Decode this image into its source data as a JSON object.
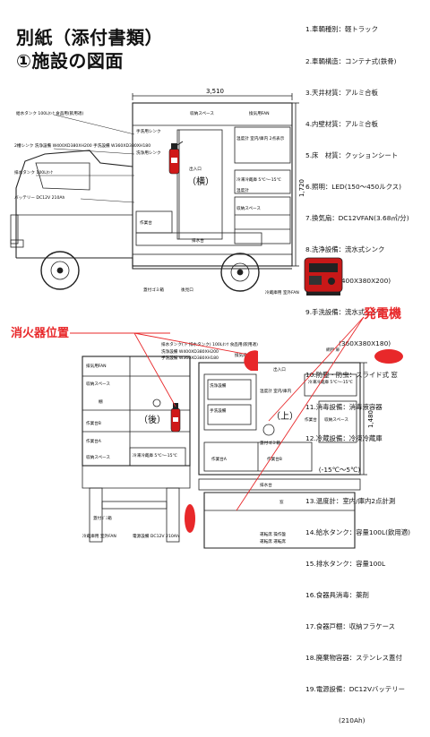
{
  "title": {
    "line1": "別紙（添付書類）",
    "line2": "①施設の図面"
  },
  "specs": [
    "1.車輌種別：軽トラック",
    "2.車輌構造：コンテナ式(鉄骨)",
    "3.天井材質：アルミ合板",
    "4.内壁材質：アルミ合板",
    "5.床　材質：クッションシート",
    "6.照明：LED(150～450ルクス)",
    "7.換気扇：DC12VFAN(3.68㎥/分)",
    "8.洗浄設備：流水式シンク",
    "　　　　　(400X380X200)",
    "9.手洗設備：流水式シンク",
    "　　　　　(360X380X180)",
    "10.防塵・防虫：スライド式 窓",
    "11.消毒設備：消毒液容器",
    "12.冷蔵設備：冷凍冷蔵庫",
    "　　(-15℃～5℃)",
    "13.温度計：室内/庫内2点計測",
    "14.給水タンク：容量100L(飲用適)",
    "15.排水タンク：容量100L",
    "16.食器具消毒：薬剤",
    "17.食器戸棚：収納フラケース",
    "18.廃棄物容器：ステンレス蓋付",
    "19.電源設備：DC12Vバッテリー",
    "　　　　　(210Ah)"
  ],
  "callouts": {
    "extinguisher": "消火器位置",
    "generator": "発電機"
  },
  "side_view": {
    "dimension_width": "3,510",
    "dimension_height": "1,720",
    "center_label": "出入口",
    "zone_label": "（横）",
    "notes": [
      "給水タンク 100Lﾀﾝｸ 食品用(飲用適)",
      "2槽シンク 洗浄設備 W400XD380XH200 手洗設備 W360XD380XH180",
      "排水タンク 100Lﾀﾝｸ",
      "バッテリー DC12V 210Ah",
      "手洗用シンク",
      "洗浄用シンク",
      "収納スペース",
      "換気用FAN",
      "温度計 室内/庫内 2点表示",
      "冷凍冷蔵庫 5℃～-15℃",
      "収納スペース",
      "排水台",
      "作業台",
      "温度計",
      "蓋付ゴミ箱",
      "後見口",
      "冷蔵庫用 室外FAN"
    ]
  },
  "rear_view": {
    "zone_label": "（後）",
    "labels": [
      "排気用FAN",
      "収納スペース",
      "棚",
      "作業台B",
      "作業台A",
      "冷凍冷蔵庫 5℃～-15℃",
      "収納スペース",
      "蓋付ｺﾞﾐ箱",
      "冷蔵庫用 室外FAN",
      "電源設備 DC12V 210Ah"
    ]
  },
  "top_view": {
    "zone_label": "（上）",
    "center_label": "出入口",
    "dimension": "1,480",
    "top_notes": [
      "排水タンク(下 排水タンク) 100Lﾀﾝｸ 食品用(飲用適)",
      "洗浄設備 W400XD380XH200",
      "手洗設備 W360XD380XH180"
    ],
    "labels": [
      "換気扇",
      "温度計 室内/庫内",
      "洗浄設備",
      "手洗設備",
      "冷凍冷蔵庫 5℃～-15℃",
      "作業台",
      "収納スペース",
      "作業台A",
      "作業台B",
      "蓋付ゴミ箱",
      "排水台",
      "窓",
      "網戸 扉",
      "運転席 操作盤"
    ],
    "bottom_text": "運転席 運転席"
  },
  "colors": {
    "red": "#e8282a",
    "line": "#222222",
    "accent": "#d01818"
  }
}
